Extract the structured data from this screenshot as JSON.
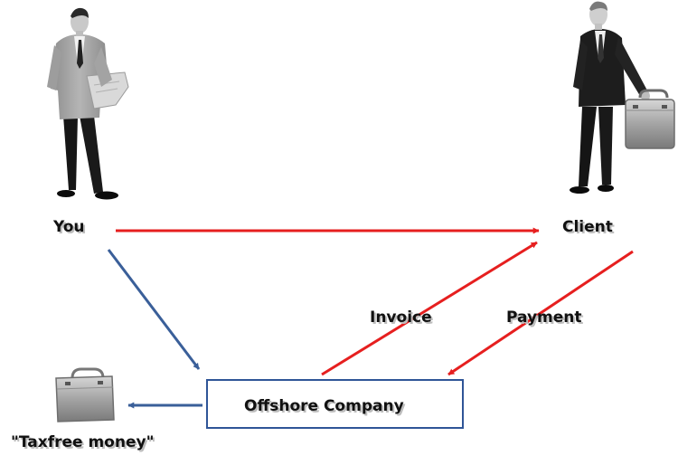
{
  "nodes": {
    "you": {
      "label": "You"
    },
    "client": {
      "label": "Client"
    },
    "offshore": {
      "label": "Offshore Company"
    },
    "taxfree": {
      "label": "\"Taxfree money\""
    }
  },
  "edges": {
    "invoice": {
      "label": "Invoice"
    },
    "payment": {
      "label": "Payment"
    }
  },
  "colors": {
    "red_arrow": "#e61f1f",
    "blue_arrow": "#3a5f99",
    "box_border": "#2f5597",
    "suit_dark": "#1c1c1c",
    "suit_grey": "#9a9a9a",
    "briefcase": "#a8a8a8"
  },
  "icons": {
    "you_figure": "businessman-icon",
    "client_figure": "businessman-icon",
    "client_case": "briefcase-icon",
    "taxfree_case": "briefcase-icon"
  }
}
